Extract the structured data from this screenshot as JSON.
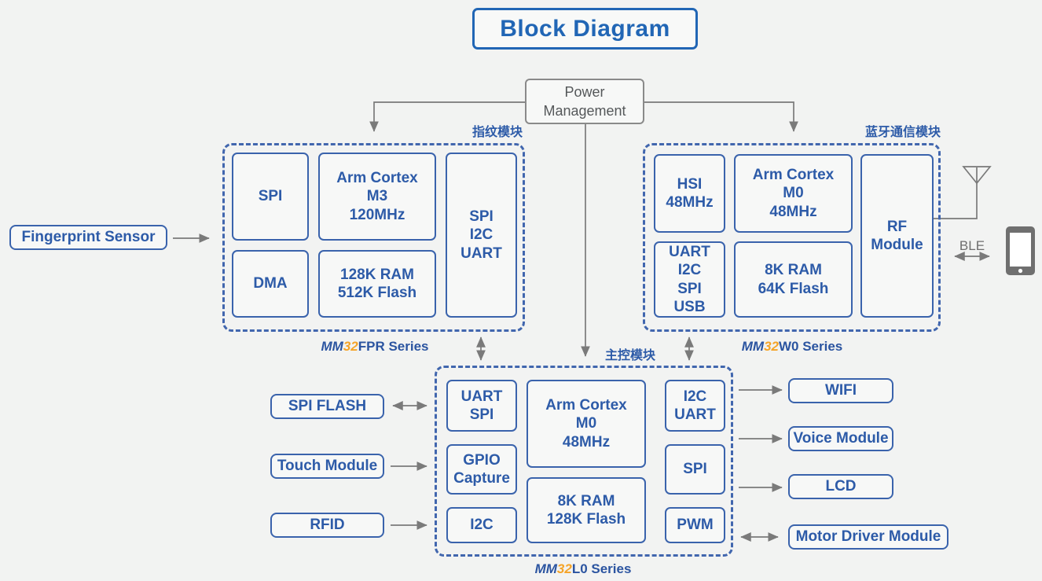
{
  "title": "Block Diagram",
  "power_management": "Power\nManagement",
  "modules": {
    "fingerprint": {
      "tag": "指纹模块",
      "series": {
        "mm": "MM",
        "num": "32",
        "rest": "FPR Series"
      },
      "blocks": {
        "spi": "SPI",
        "cpu": "Arm Cortex\nM3\n120MHz",
        "dma": "DMA",
        "memory": "128K RAM\n512K Flash",
        "peripherals": "SPI\nI2C\nUART"
      }
    },
    "bluetooth": {
      "tag": "蓝牙通信模块",
      "series": {
        "mm": "MM",
        "num": "32",
        "rest": "W0 Series"
      },
      "blocks": {
        "hsi": "HSI\n48MHz",
        "cpu": "Arm Cortex\nM0\n48MHz",
        "peripherals": "UART\nI2C\nSPI\nUSB",
        "memory": "8K RAM\n64K Flash",
        "rf": "RF\nModule"
      }
    },
    "main": {
      "tag": "主控模块",
      "series": {
        "mm": "MM",
        "num": "32",
        "rest": "L0 Series"
      },
      "blocks": {
        "uart_spi": "UART\nSPI",
        "gpio_capture": "GPIO\nCapture",
        "i2c": "I2C",
        "cpu": "Arm Cortex\nM0\n48MHz",
        "memory": "8K RAM\n128K Flash",
        "i2c_uart": "I2C\nUART",
        "spi": "SPI",
        "pwm": "PWM"
      }
    }
  },
  "peripherals": {
    "fingerprint_sensor": "Fingerprint Sensor",
    "spi_flash": "SPI FLASH",
    "touch_module": "Touch Module",
    "rfid": "RFID",
    "wifi": "WIFI",
    "voice_module": "Voice Module",
    "lcd": "LCD",
    "motor_driver": "Motor Driver Module",
    "ble": "BLE"
  },
  "icons": {
    "antenna": "antenna-icon",
    "phone": "smartphone-icon"
  },
  "colors": {
    "accent_blue": "#2d5ba8",
    "title_blue": "#2166b5",
    "dashed_blue": "#4166ae",
    "orange": "#f5a428",
    "connector_gray": "#7a7a7a",
    "background": "#f2f3f2"
  }
}
